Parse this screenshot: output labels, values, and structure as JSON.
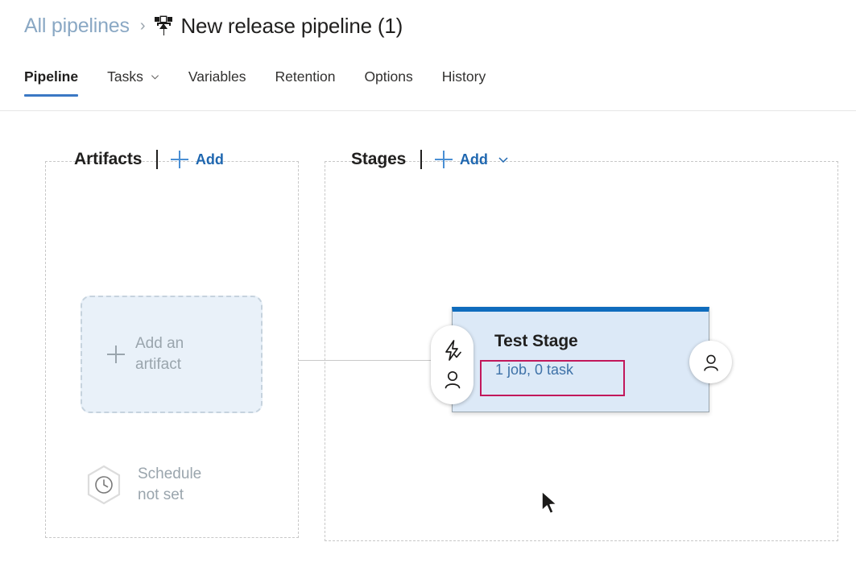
{
  "breadcrumb": {
    "parent_label": "All pipelines",
    "separator": "›",
    "icon": "release-pipeline-icon",
    "title": "New release pipeline (1)"
  },
  "tabs": [
    {
      "label": "Pipeline",
      "active": true,
      "has_chevron": false
    },
    {
      "label": "Tasks",
      "active": false,
      "has_chevron": true
    },
    {
      "label": "Variables",
      "active": false,
      "has_chevron": false
    },
    {
      "label": "Retention",
      "active": false,
      "has_chevron": false
    },
    {
      "label": "Options",
      "active": false,
      "has_chevron": false
    },
    {
      "label": "History",
      "active": false,
      "has_chevron": false
    }
  ],
  "artifacts_panel": {
    "title": "Artifacts",
    "add_label": "Add",
    "add_icon": "plus-icon",
    "tile": {
      "label": "Add an\nartifact",
      "icon": "plus-icon"
    },
    "schedule": {
      "label": "Schedule\nnot set",
      "icon": "clock-hexagon-icon"
    }
  },
  "stages_panel": {
    "title": "Stages",
    "add_label": "Add",
    "add_icon": "plus-icon",
    "dropdown_icon": "chevron-down-icon",
    "stages": [
      {
        "name": "Test Stage",
        "summary": "1 job, 0 task",
        "pre_deployment": {
          "conditions_icon": "lightning-bolt-check-icon",
          "approvals_icon": "person-icon"
        },
        "post_deployment": {
          "approvals_icon": "person-icon"
        }
      }
    ]
  },
  "annotation": {
    "highlight_color": "#c2185b",
    "cursor_icon": "mouse-pointer-icon"
  },
  "colors": {
    "accent": "#0f6cbd",
    "link": "#1f67b0",
    "stage_fill": "#dce9f7",
    "stage_top_bar": "#0f6cbd",
    "muted_text": "#9aa5ad",
    "breadcrumb_link": "#8aa8c4",
    "tab_underline": "#3b78c4"
  }
}
